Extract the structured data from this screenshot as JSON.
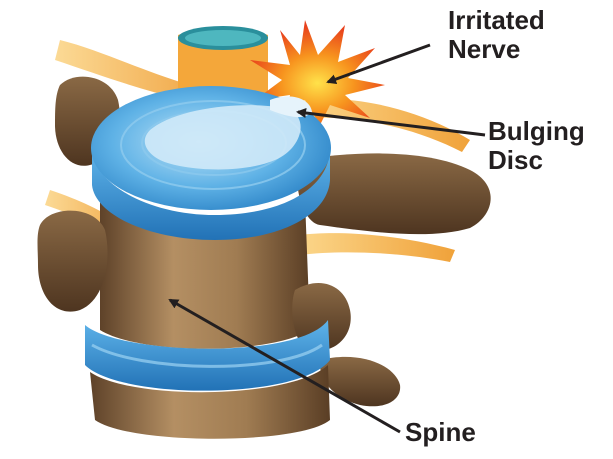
{
  "labels": {
    "irritated_nerve": [
      "Irritated",
      "Nerve"
    ],
    "bulging_disc": [
      "Bulging",
      "Disc"
    ],
    "spine": "Spine"
  },
  "colors": {
    "disc": "#4aa3df",
    "disc_light": "#9dd3f2",
    "bone": "#7a5a3c",
    "bone_light": "#b9976d",
    "nerve": "#f5b041",
    "irritation": "#f05a1e",
    "arrow": "#231f20"
  }
}
